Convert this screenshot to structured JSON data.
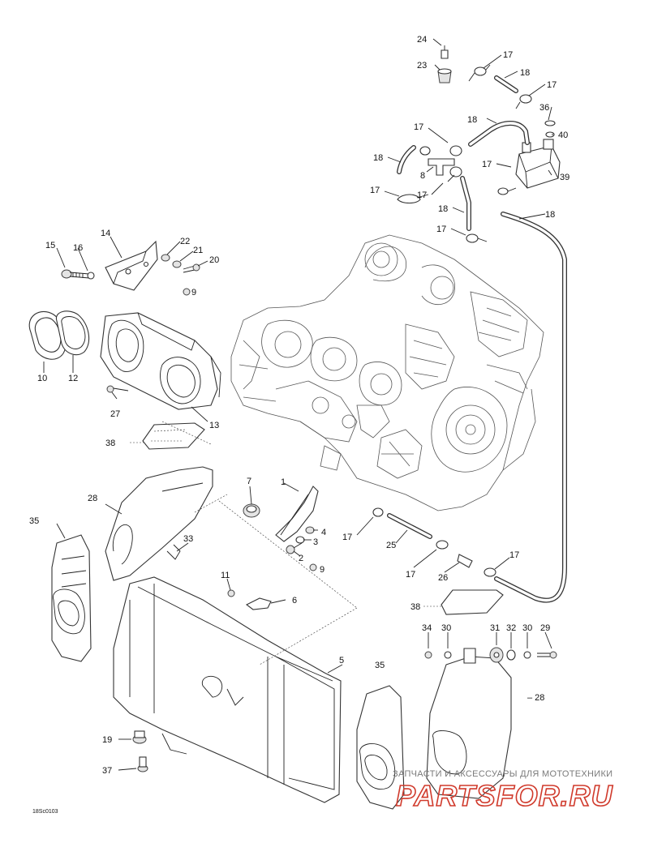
{
  "diagram": {
    "labels": {
      "p1": "1",
      "p2": "2",
      "p3": "3",
      "p4": "4",
      "p5": "5",
      "p6": "6",
      "p7": "7",
      "p8": "8",
      "p9a": "9",
      "p9b": "9",
      "p10": "10",
      "p11": "11",
      "p12": "12",
      "p13": "13",
      "p14": "14",
      "p15": "15",
      "p16": "16",
      "p17a": "17",
      "p17b": "17",
      "p17c": "17",
      "p17d": "17",
      "p17e": "17",
      "p17f": "17",
      "p17g": "17",
      "p17h": "17",
      "p17i": "17",
      "p17j": "17",
      "p18a": "18",
      "p18b": "18",
      "p18c": "18",
      "p18d": "18",
      "p18e": "18",
      "p19": "19",
      "p20": "20",
      "p21": "21",
      "p22": "22",
      "p23": "23",
      "p24": "24",
      "p25": "25",
      "p26": "26",
      "p27": "27",
      "p28a": "28",
      "p28b": "– 28",
      "p29": "29",
      "p30a": "30",
      "p30b": "30",
      "p31": "31",
      "p32": "32",
      "p33": "33",
      "p34": "34",
      "p35a": "35",
      "p35b": "35",
      "p36": "36",
      "p37": "37",
      "p38a": "38",
      "p38b": "38",
      "p39": "39",
      "p40": "40"
    },
    "figure_code": "18Sc0103"
  },
  "watermark": {
    "tagline": "ЗАПЧАСТИ И АКСЕССУАРЫ ДЛЯ МОТОТЕХНИКИ",
    "brand": "PARTSFOR.RU"
  }
}
